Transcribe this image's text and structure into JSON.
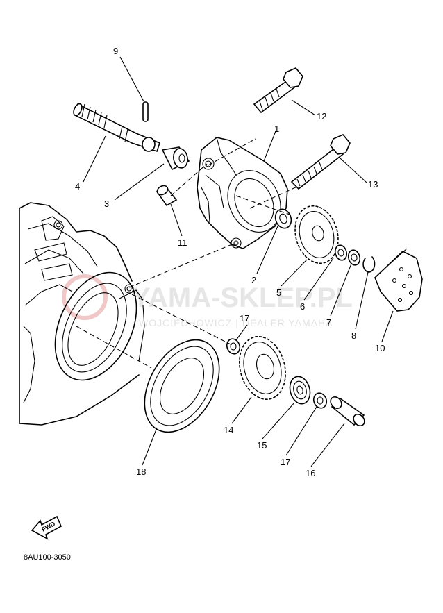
{
  "watermark": {
    "main": "YAMA-SKLEP.PL",
    "sub": "WOJCIECHOWICZ | DEALER YAMAHA"
  },
  "diagram_code": "8AU100-3050",
  "fwd_label": "FWD",
  "callouts": [
    "1",
    "2",
    "3",
    "4",
    "5",
    "6",
    "7",
    "8",
    "9",
    "10",
    "11",
    "12",
    "13",
    "14",
    "15",
    "16",
    "17",
    "17",
    "18"
  ],
  "colors": {
    "line": "#000000",
    "watermark": "#e6e6e6",
    "watermark_logo": "#f0c8c8"
  }
}
